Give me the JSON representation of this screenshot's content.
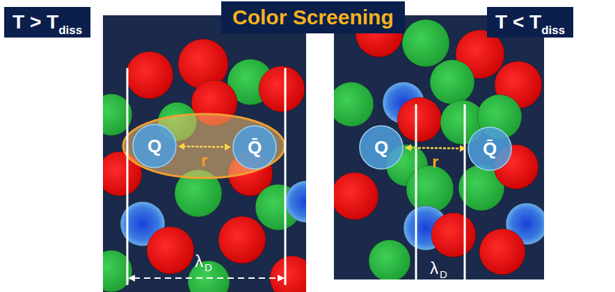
{
  "diagram": {
    "title": "Color Screening",
    "nodes": [
      {
        "text": [
          "T > T",
          "diss"
        ]
      },
      {
        "text": [
          "T < T",
          "diss"
        ]
      },
      {
        "text": [
          "Q"
        ]
      },
      {
        "text": [
          "Q̄"
        ]
      },
      {
        "text": [
          "Q"
        ]
      },
      {
        "text": [
          "Q̄"
        ]
      }
    ],
    "edges": [
      {
        "from": 2,
        "to": 3,
        "label": "r",
        "arrow": "both"
      },
      {
        "from": 4,
        "to": 5,
        "label": "r",
        "arrow": "both"
      }
    ],
    "labels": [
      "λ",
      "D",
      "λ",
      "D"
    ]
  }
}
